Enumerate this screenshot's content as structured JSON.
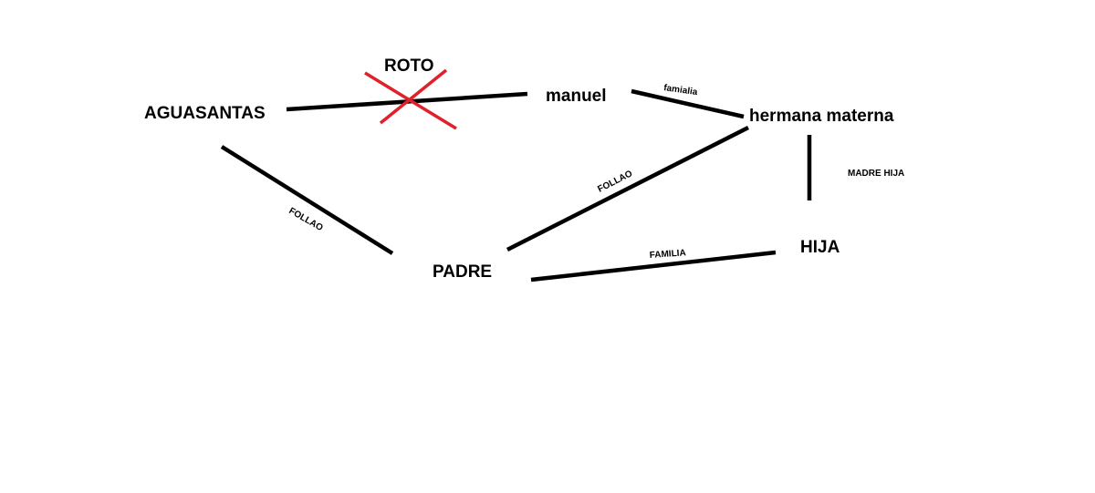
{
  "nodes": {
    "aguasantas": "AGUASANTAS",
    "manuel": "manuel",
    "hermana_materna": "hermana materna",
    "padre": "PADRE",
    "hija": "HIJA"
  },
  "edges": {
    "aguasantas_manuel": {
      "status_label": "ROTO"
    },
    "manuel_hermana": {
      "label": "famialia"
    },
    "hermana_hija": {
      "label": "MADRE HIJA"
    },
    "aguasantas_padre": {
      "label": "FOLLAO"
    },
    "hermana_padre": {
      "label": "FOLLAO"
    },
    "padre_hija": {
      "label": "FAMILIA"
    }
  },
  "colors": {
    "edge": "#000000",
    "broken_mark": "#e0202a",
    "background": "#ffffff"
  }
}
